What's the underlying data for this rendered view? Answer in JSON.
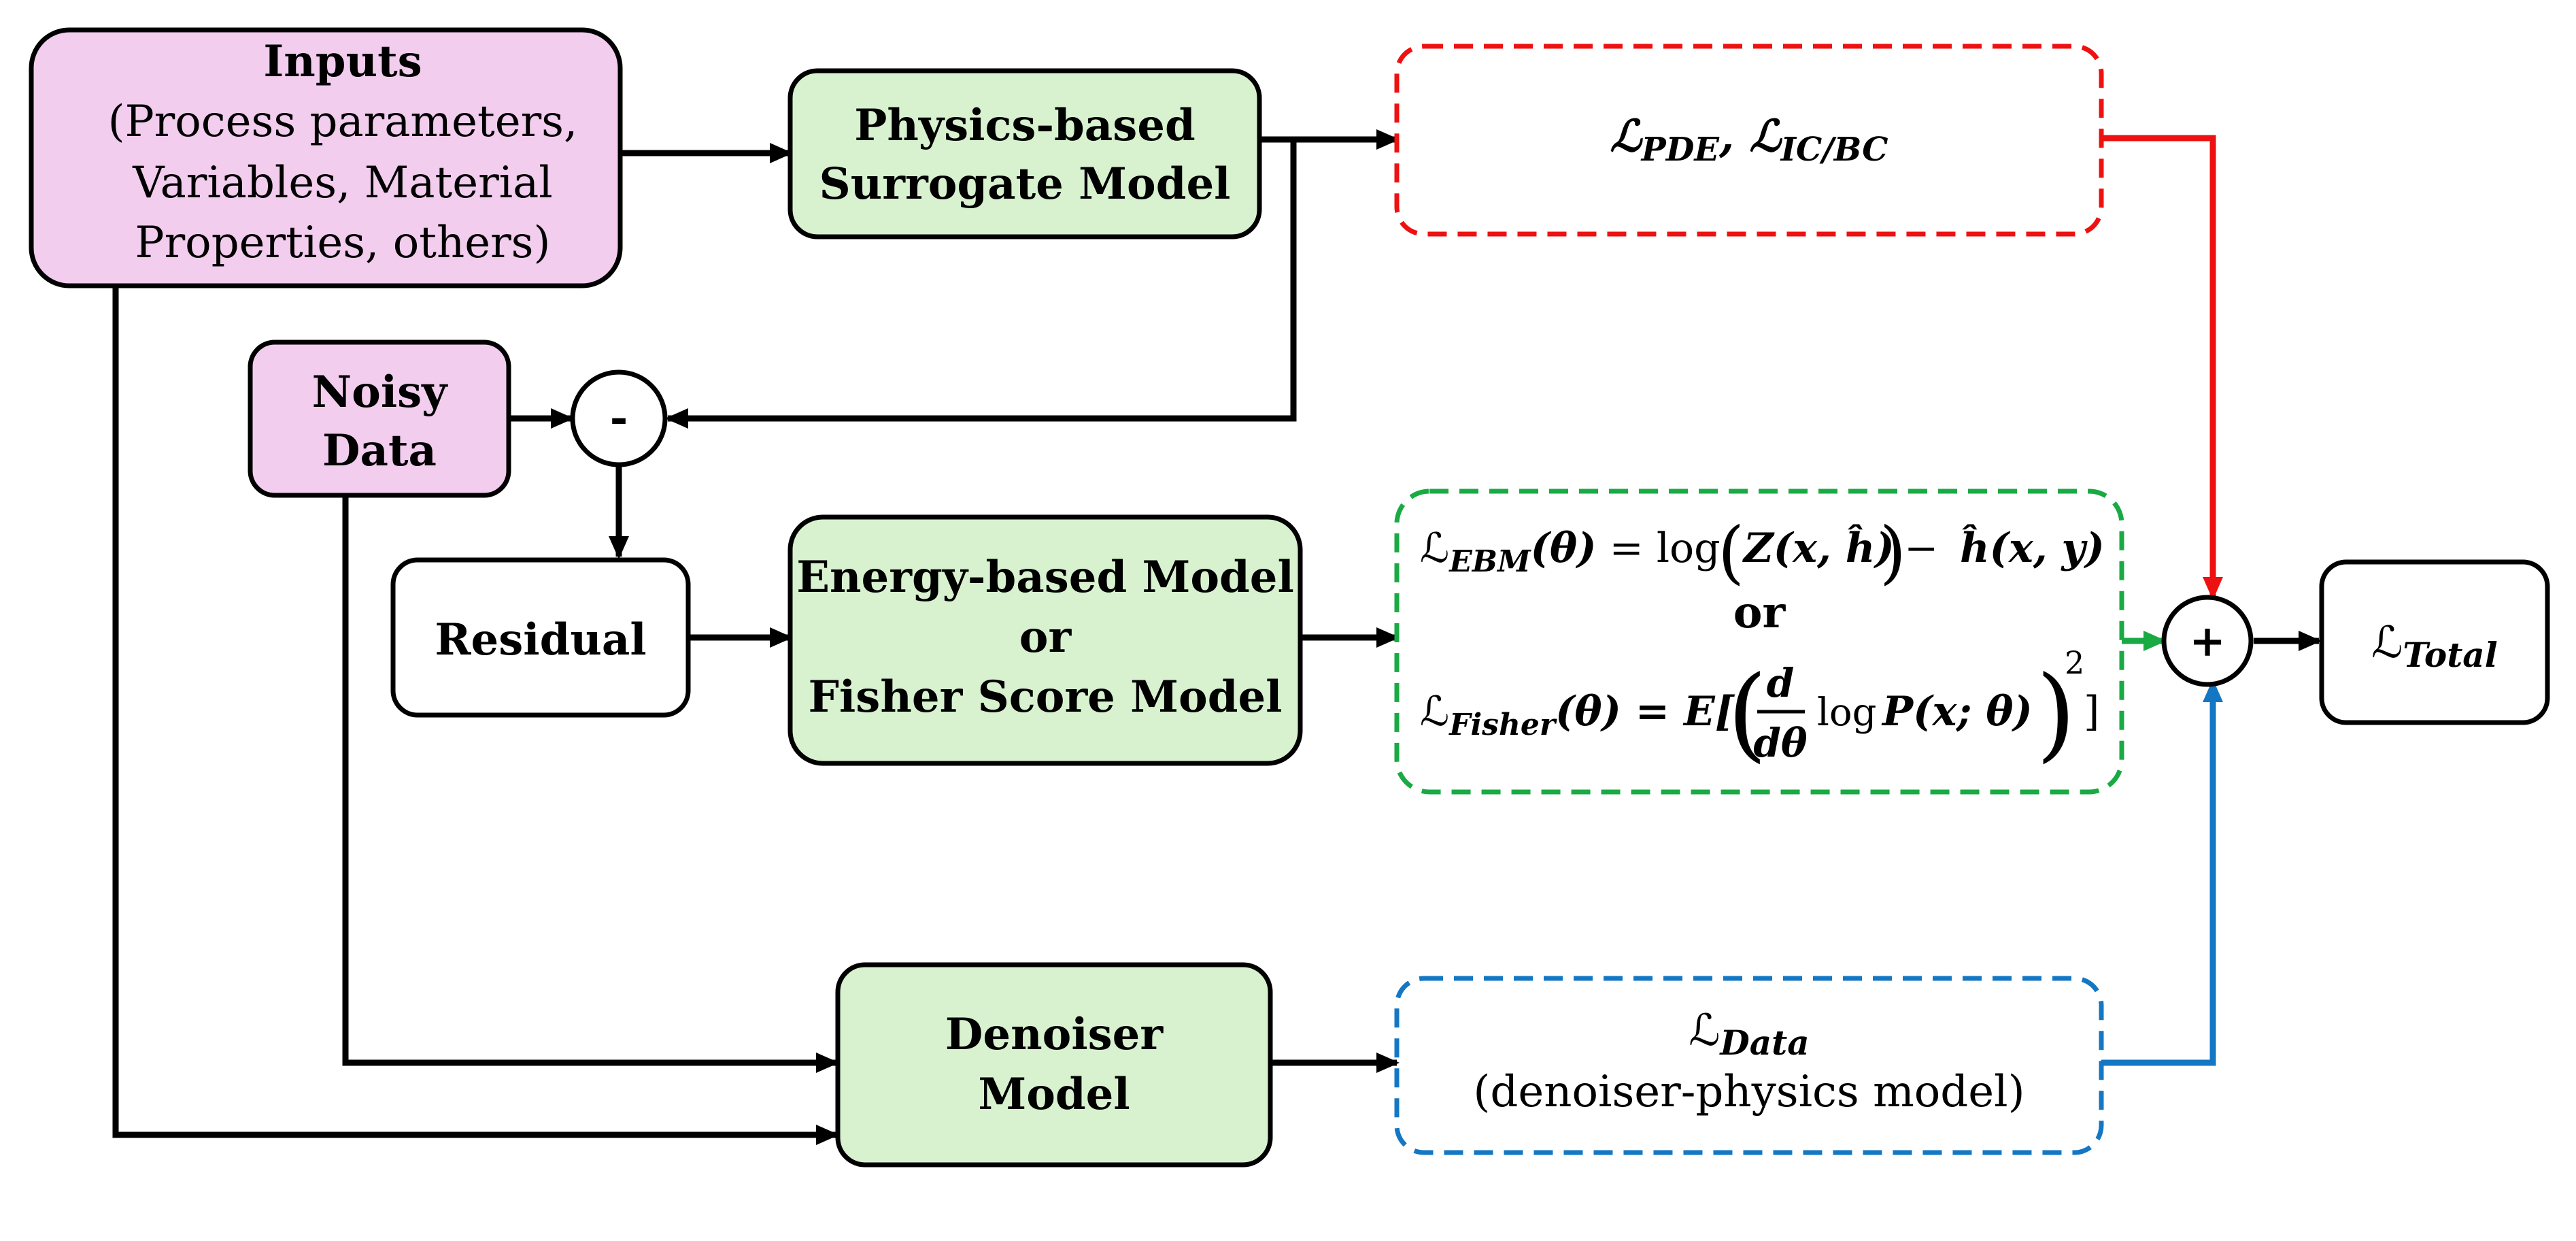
{
  "colors": {
    "pink_fill": "#f2cdee",
    "green_fill": "#d8f2d0",
    "red_loss": "#ee1111",
    "green_loss": "#1aaa44",
    "blue_loss": "#1477c4",
    "stroke": "#000000"
  },
  "nodes": {
    "inputs": {
      "title": "Inputs",
      "line1": "(Process parameters,",
      "line2": "Variables, Material",
      "line3": "Properties, others)"
    },
    "surrogate": {
      "line1": "Physics-based",
      "line2": "Surrogate  Model"
    },
    "noisy_data": {
      "line1": "Noisy",
      "line2": "Data"
    },
    "subtract": {
      "symbol": "-"
    },
    "residual": {
      "label": "Residual"
    },
    "energy_model": {
      "line1": "Energy-based Model",
      "line2": "or",
      "line3": "Fisher Score Model"
    },
    "denoiser": {
      "line1": "Denoiser",
      "line2": "Model"
    },
    "sum": {
      "symbol": "+"
    },
    "total": {
      "L": "ℒ",
      "sub": "Total"
    }
  },
  "losses": {
    "pde": {
      "L": "ℒ",
      "sub1": "PDE",
      "sep": ", ",
      "sub2": "IC/BC"
    },
    "ebm": {
      "L": "ℒ",
      "sub": "EBM",
      "theta": "(θ)",
      "eq": " = log",
      "Zx": "Z(x, ĥ)",
      "minus": " − ",
      "hxy": "ĥ(x, y)"
    },
    "or": "or",
    "fisher": {
      "L": "ℒ",
      "sub": "Fisher",
      "theta": "(θ)",
      "eq": " = E[",
      "d": "d",
      "dtheta": "dθ",
      "log": "log",
      "P": "P(x; θ)",
      "exp": "2",
      "close": "]"
    },
    "data": {
      "L": "ℒ",
      "sub": "Data",
      "desc": "(denoiser-physics  model)"
    }
  }
}
